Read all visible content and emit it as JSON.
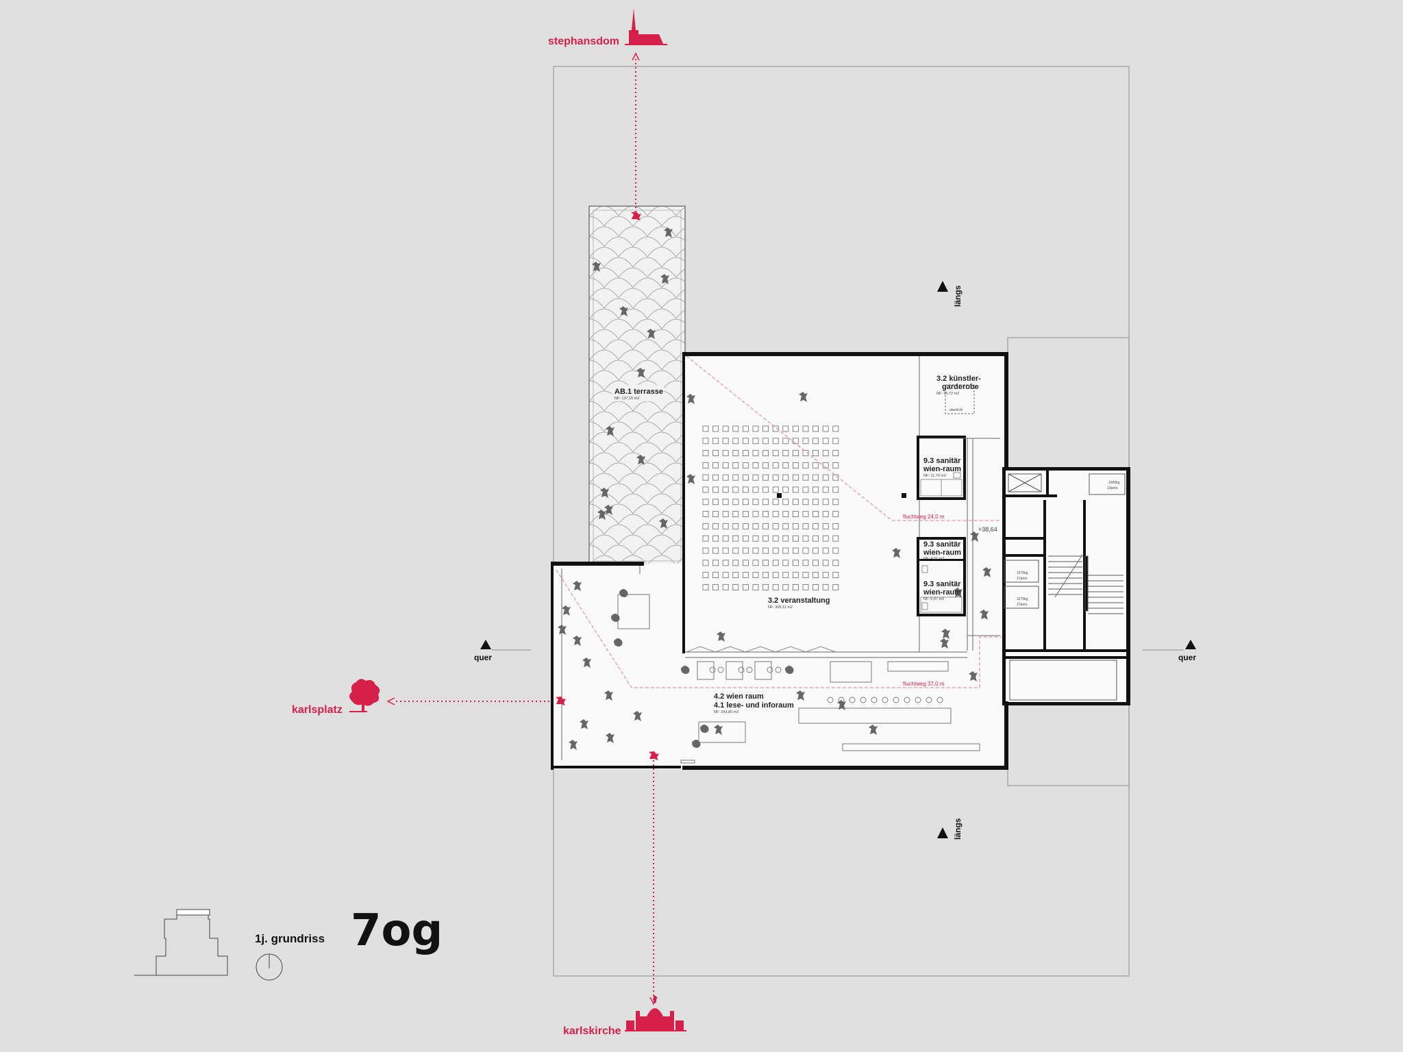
{
  "rooms": {
    "terrasse": {
      "name": "AB.1 terrasse",
      "area": "NF: 137,15 m2"
    },
    "veranstaltung": {
      "name": "3.2 veranstaltung",
      "area": "NF: 305,11 m2"
    },
    "garderobe": {
      "name_line1": "3.2 künstler-",
      "name_line2": "garderobe",
      "area": "NF: 25,72 m2",
      "oberlicht": "oberlicht"
    },
    "sanitaer1": {
      "line1": "9.3 sanitär",
      "line2": "wien-raum",
      "area": "NF: 11,70 m2"
    },
    "sanitaer2": {
      "line1": "9.3 sanitär",
      "line2": "wien-raum",
      "area": "NF: 4,61 m2"
    },
    "sanitaer3": {
      "line1": "9.3 sanitär",
      "line2": "wien-raum",
      "area": "NF: 5,97 m2"
    },
    "wienraum": {
      "line1": "4.2 wien raum",
      "line2": "4.1 lese- und inforaum",
      "area": "NF: 243,80 m2"
    }
  },
  "elevators": {
    "e1": {
      "line1": "1000kg",
      "line2": "13pers."
    },
    "e2": {
      "line1": "1275kg",
      "line2": "17pers."
    },
    "e3": {
      "line1": "1275kg",
      "line2": "17pers."
    }
  },
  "escape_routes": {
    "route1": "fluchtweg 24,0 m",
    "route2": "fluchtweg 37,0 m"
  },
  "elevation": "+38,64",
  "sections": {
    "laengs": "längs",
    "quer": "quer"
  },
  "landmarks": {
    "north": "stephansdom",
    "west": "karlsplatz",
    "south": "karlskirche"
  },
  "title": {
    "subtitle": "1j. grundriss",
    "floor": "7og"
  },
  "colors": {
    "accent": "#d6204a",
    "background": "#e0e0e0",
    "wall": "#111111",
    "furniture": "#666666"
  }
}
